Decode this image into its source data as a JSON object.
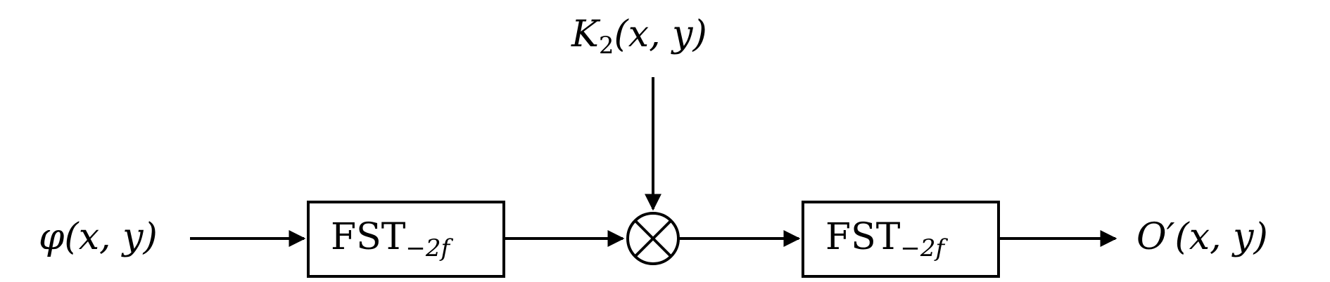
{
  "input_signal": {
    "func": "φ",
    "args": "(x, y)"
  },
  "key": {
    "base": "K",
    "subscript": "2",
    "args": "(x, y)"
  },
  "block1": {
    "label": "FST",
    "subscript": "−2f"
  },
  "block2": {
    "label": "FST",
    "subscript": "−2f"
  },
  "multiplier": {
    "icon": "circled-times-icon"
  },
  "output_signal": {
    "func": "O′",
    "args": "(x, y)"
  }
}
